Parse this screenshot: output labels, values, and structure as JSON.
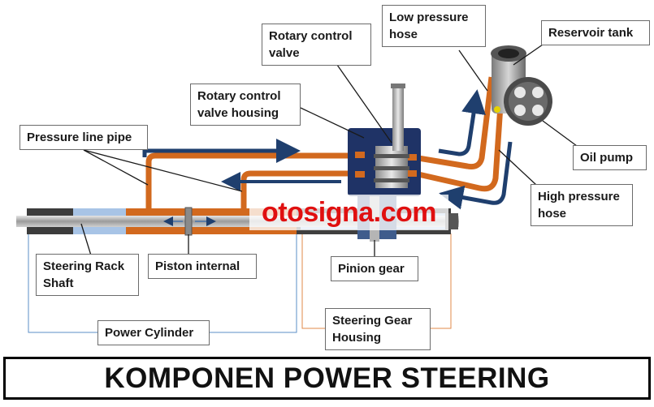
{
  "title": "KOMPONEN POWER STEERING",
  "watermark": "otosigna.com",
  "labels": {
    "rotary_control_valve": [
      "Rotary control",
      "valve"
    ],
    "low_pressure_hose": [
      "Low pressure",
      "hose"
    ],
    "reservoir_tank": [
      "Reservoir tank"
    ],
    "rotary_valve_housing": [
      "Rotary control",
      "valve housing"
    ],
    "pressure_line_pipe": [
      "Pressure line pipe"
    ],
    "oil_pump": [
      "Oil pump"
    ],
    "high_pressure_hose": [
      "High pressure",
      "hose"
    ],
    "steering_rack_shaft": [
      "Steering Rack",
      "Shaft"
    ],
    "piston_internal": [
      "Piston internal"
    ],
    "pinion_gear": [
      "Pinion gear"
    ],
    "power_cylinder": [
      "Power Cylinder"
    ],
    "steering_gear_housing": [
      "Steering Gear",
      "Housing"
    ]
  },
  "colors": {
    "fluid": "#d2691e",
    "arrow": "#1f3f6e",
    "housing": "#3a3a3a",
    "valve_body": "#1f3366",
    "shaft": "#b8b8b8",
    "bore": "#a8c4e6",
    "watermark": "#e01010"
  }
}
